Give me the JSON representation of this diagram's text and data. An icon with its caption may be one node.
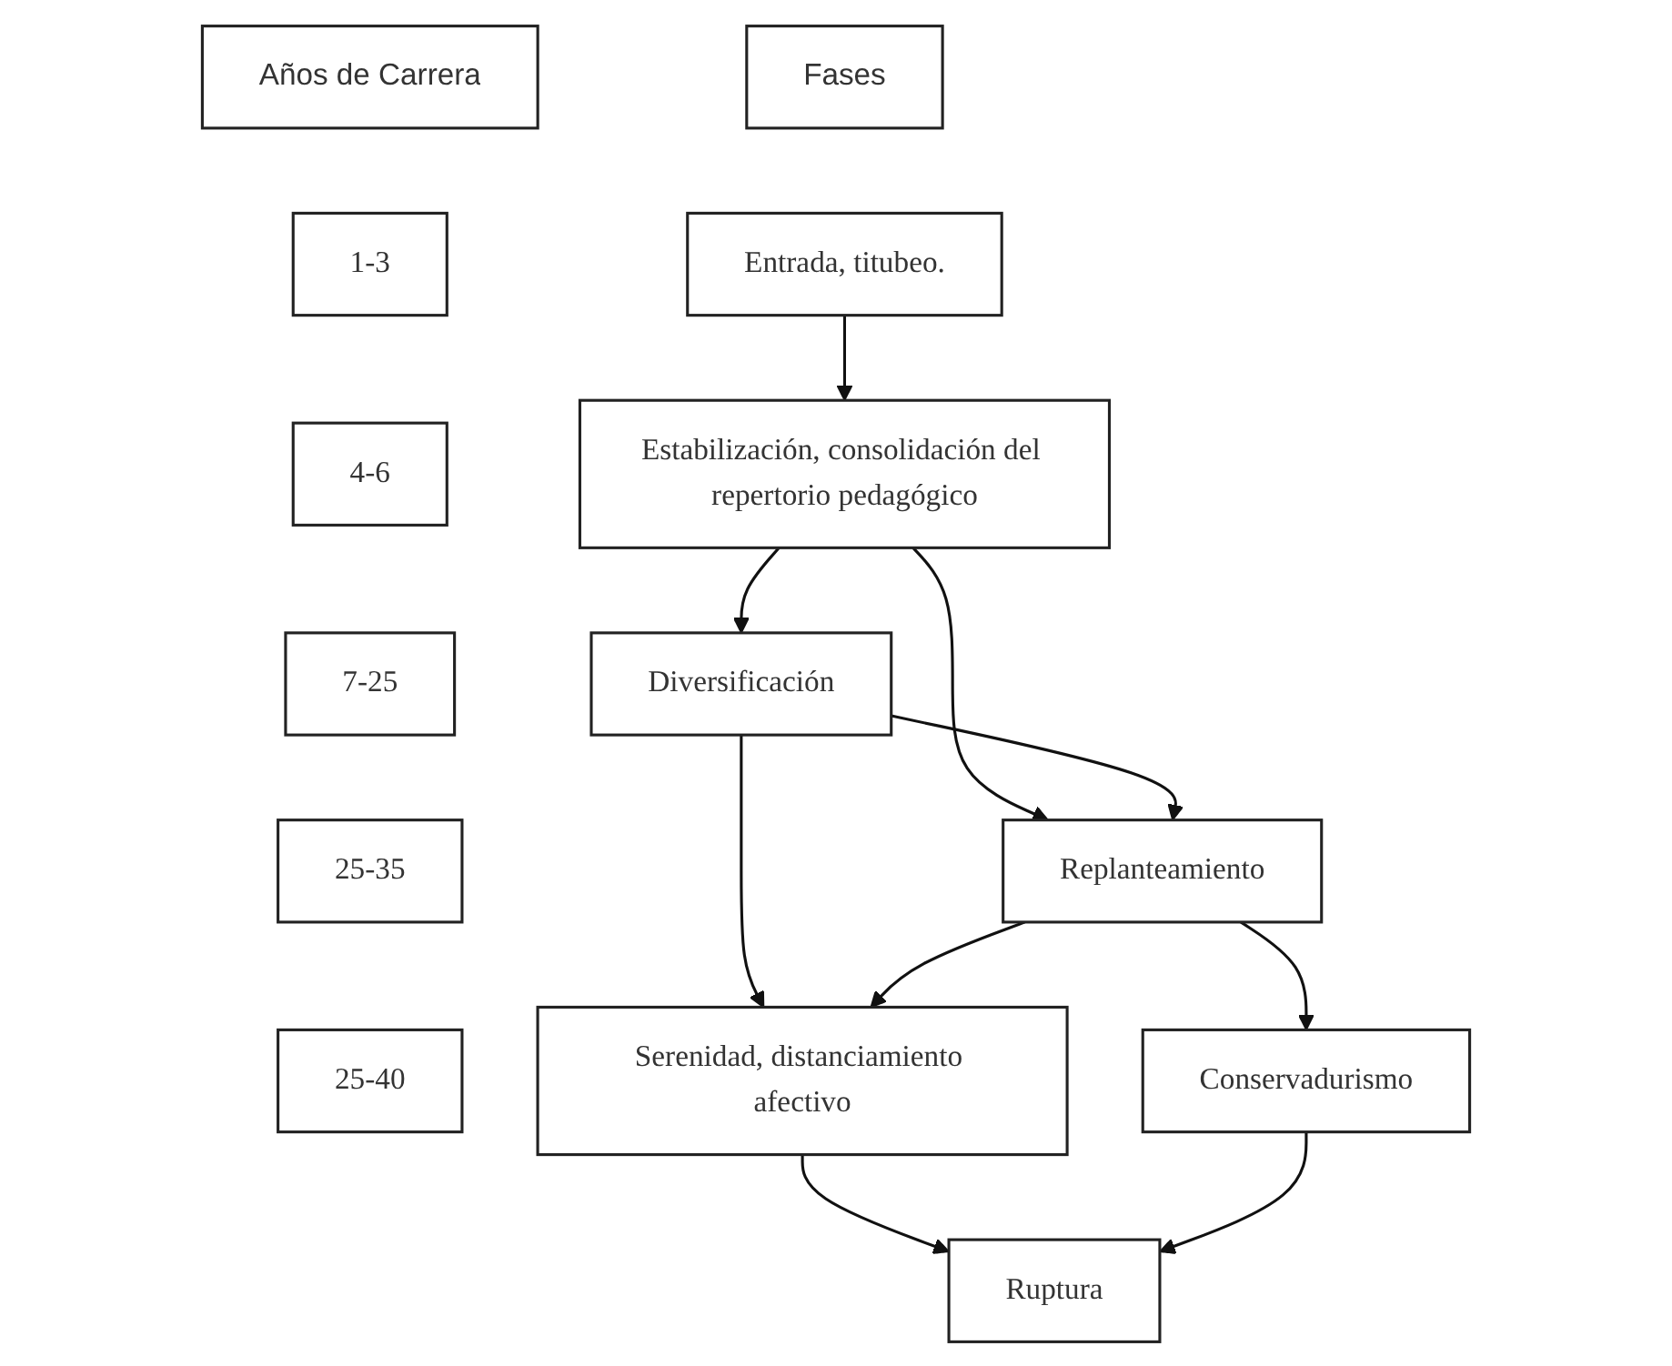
{
  "diagram": {
    "nodes": [
      {
        "text": [
          "Años de Carrera"
        ]
      },
      {
        "text": [
          "Fases"
        ]
      },
      {
        "text": [
          "1-3"
        ]
      },
      {
        "text": [
          "Entrada, titubeo."
        ]
      },
      {
        "text": [
          "4-6"
        ]
      },
      {
        "text": [
          "Estabilización, consolidación del repertorio pedagógico"
        ]
      },
      {
        "text": [
          "7-25"
        ]
      },
      {
        "text": [
          "Diversificación"
        ]
      },
      {
        "text": [
          "Replanteamiento"
        ]
      },
      {
        "text": [
          "25-35"
        ]
      },
      {
        "text": [
          "Serenidad, distanciamiento afectivo"
        ]
      },
      {
        "text": [
          "Conservadurismo"
        ]
      },
      {
        "text": [
          "25-40"
        ]
      },
      {
        "text": [
          "Ruptura"
        ]
      }
    ],
    "edges": [
      {
        "from": 3,
        "to": 5,
        "arrow": "to"
      },
      {
        "from": 5,
        "to": 7,
        "arrow": "to"
      },
      {
        "from": 5,
        "to": 8,
        "arrow": "to"
      },
      {
        "from": 7,
        "to": 8,
        "arrow": "to"
      },
      {
        "from": 7,
        "to": 10,
        "arrow": "to"
      },
      {
        "from": 8,
        "to": 10,
        "arrow": "to"
      },
      {
        "from": 8,
        "to": 11,
        "arrow": "to"
      },
      {
        "from": 10,
        "to": 13,
        "arrow": "to"
      },
      {
        "from": 11,
        "to": 13,
        "arrow": "to"
      }
    ]
  }
}
